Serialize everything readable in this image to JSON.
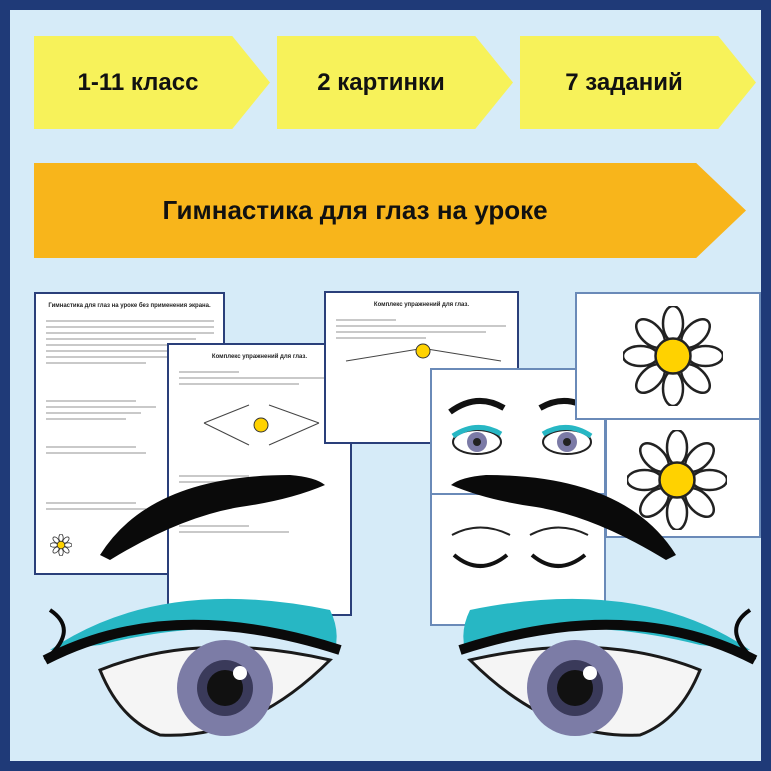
{
  "badges": {
    "grade": "1-11 класс",
    "pictures": "2 картинки",
    "tasks": "7 заданий"
  },
  "title": "Гимнастика для глаз на уроке",
  "sheets": {
    "sheet1_title": "Гимнастика для глаз на уроке без применения экрана.",
    "sheet2_title": "Комплекс упражнений для глаз.",
    "sheet3_title": "Комплекс упражнений для глаз."
  },
  "colors": {
    "frame": "#1f3a78",
    "background": "#d6ebf8",
    "yellow_arrow": "#f7f25a",
    "orange_arrow": "#f8b51b",
    "daisy_center": "#ffd200",
    "eyeshadow": "#27b7c4"
  },
  "icons": [
    "daisy-icon",
    "eye-icon",
    "eyebrow-icon"
  ]
}
